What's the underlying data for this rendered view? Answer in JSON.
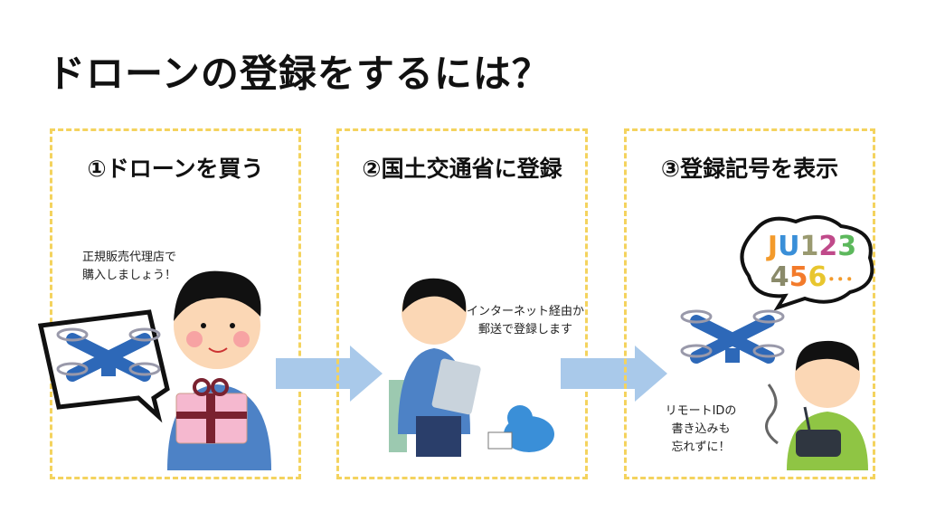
{
  "title": "ドローンの登録をするには？",
  "steps": [
    {
      "heading": "①ドローンを買う",
      "note_line1": "正規販売代理店で",
      "note_line2": "購入しましょう！"
    },
    {
      "heading": "②国土交通省に登録",
      "note_line1": "インターネット経由か",
      "note_line2": "郵送で登録します"
    },
    {
      "heading": "③登録記号を表示",
      "note_line1": "リモートIDの",
      "note_line2": "書き込みも",
      "note_line3": "忘れずに！",
      "bubble_line1": [
        "J",
        "U",
        "1",
        "2",
        "3"
      ],
      "bubble_line2": [
        "4",
        "5",
        "6",
        "･･･"
      ]
    }
  ],
  "colors": {
    "border": "#f4d35e",
    "arrow": "#a9c9ea",
    "drone": "#2d68b8"
  }
}
